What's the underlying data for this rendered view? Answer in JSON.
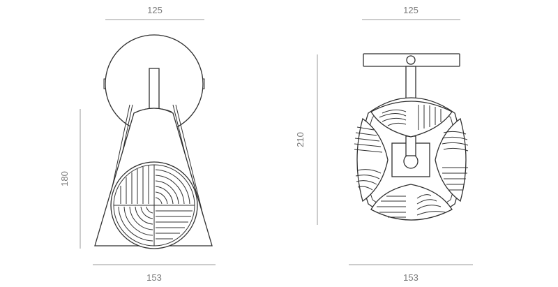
{
  "dimensions": {
    "side_view_top_width": "125",
    "side_view_height": "180",
    "side_view_bottom_width": "153",
    "front_view_top_width": "125",
    "front_view_height": "210",
    "front_view_bottom_width": "153"
  },
  "colors": {
    "line": "#2f2f2f",
    "dimension_line": "#9a9a9a",
    "dimension_text": "#7a7a7a",
    "background": "#ffffff"
  }
}
